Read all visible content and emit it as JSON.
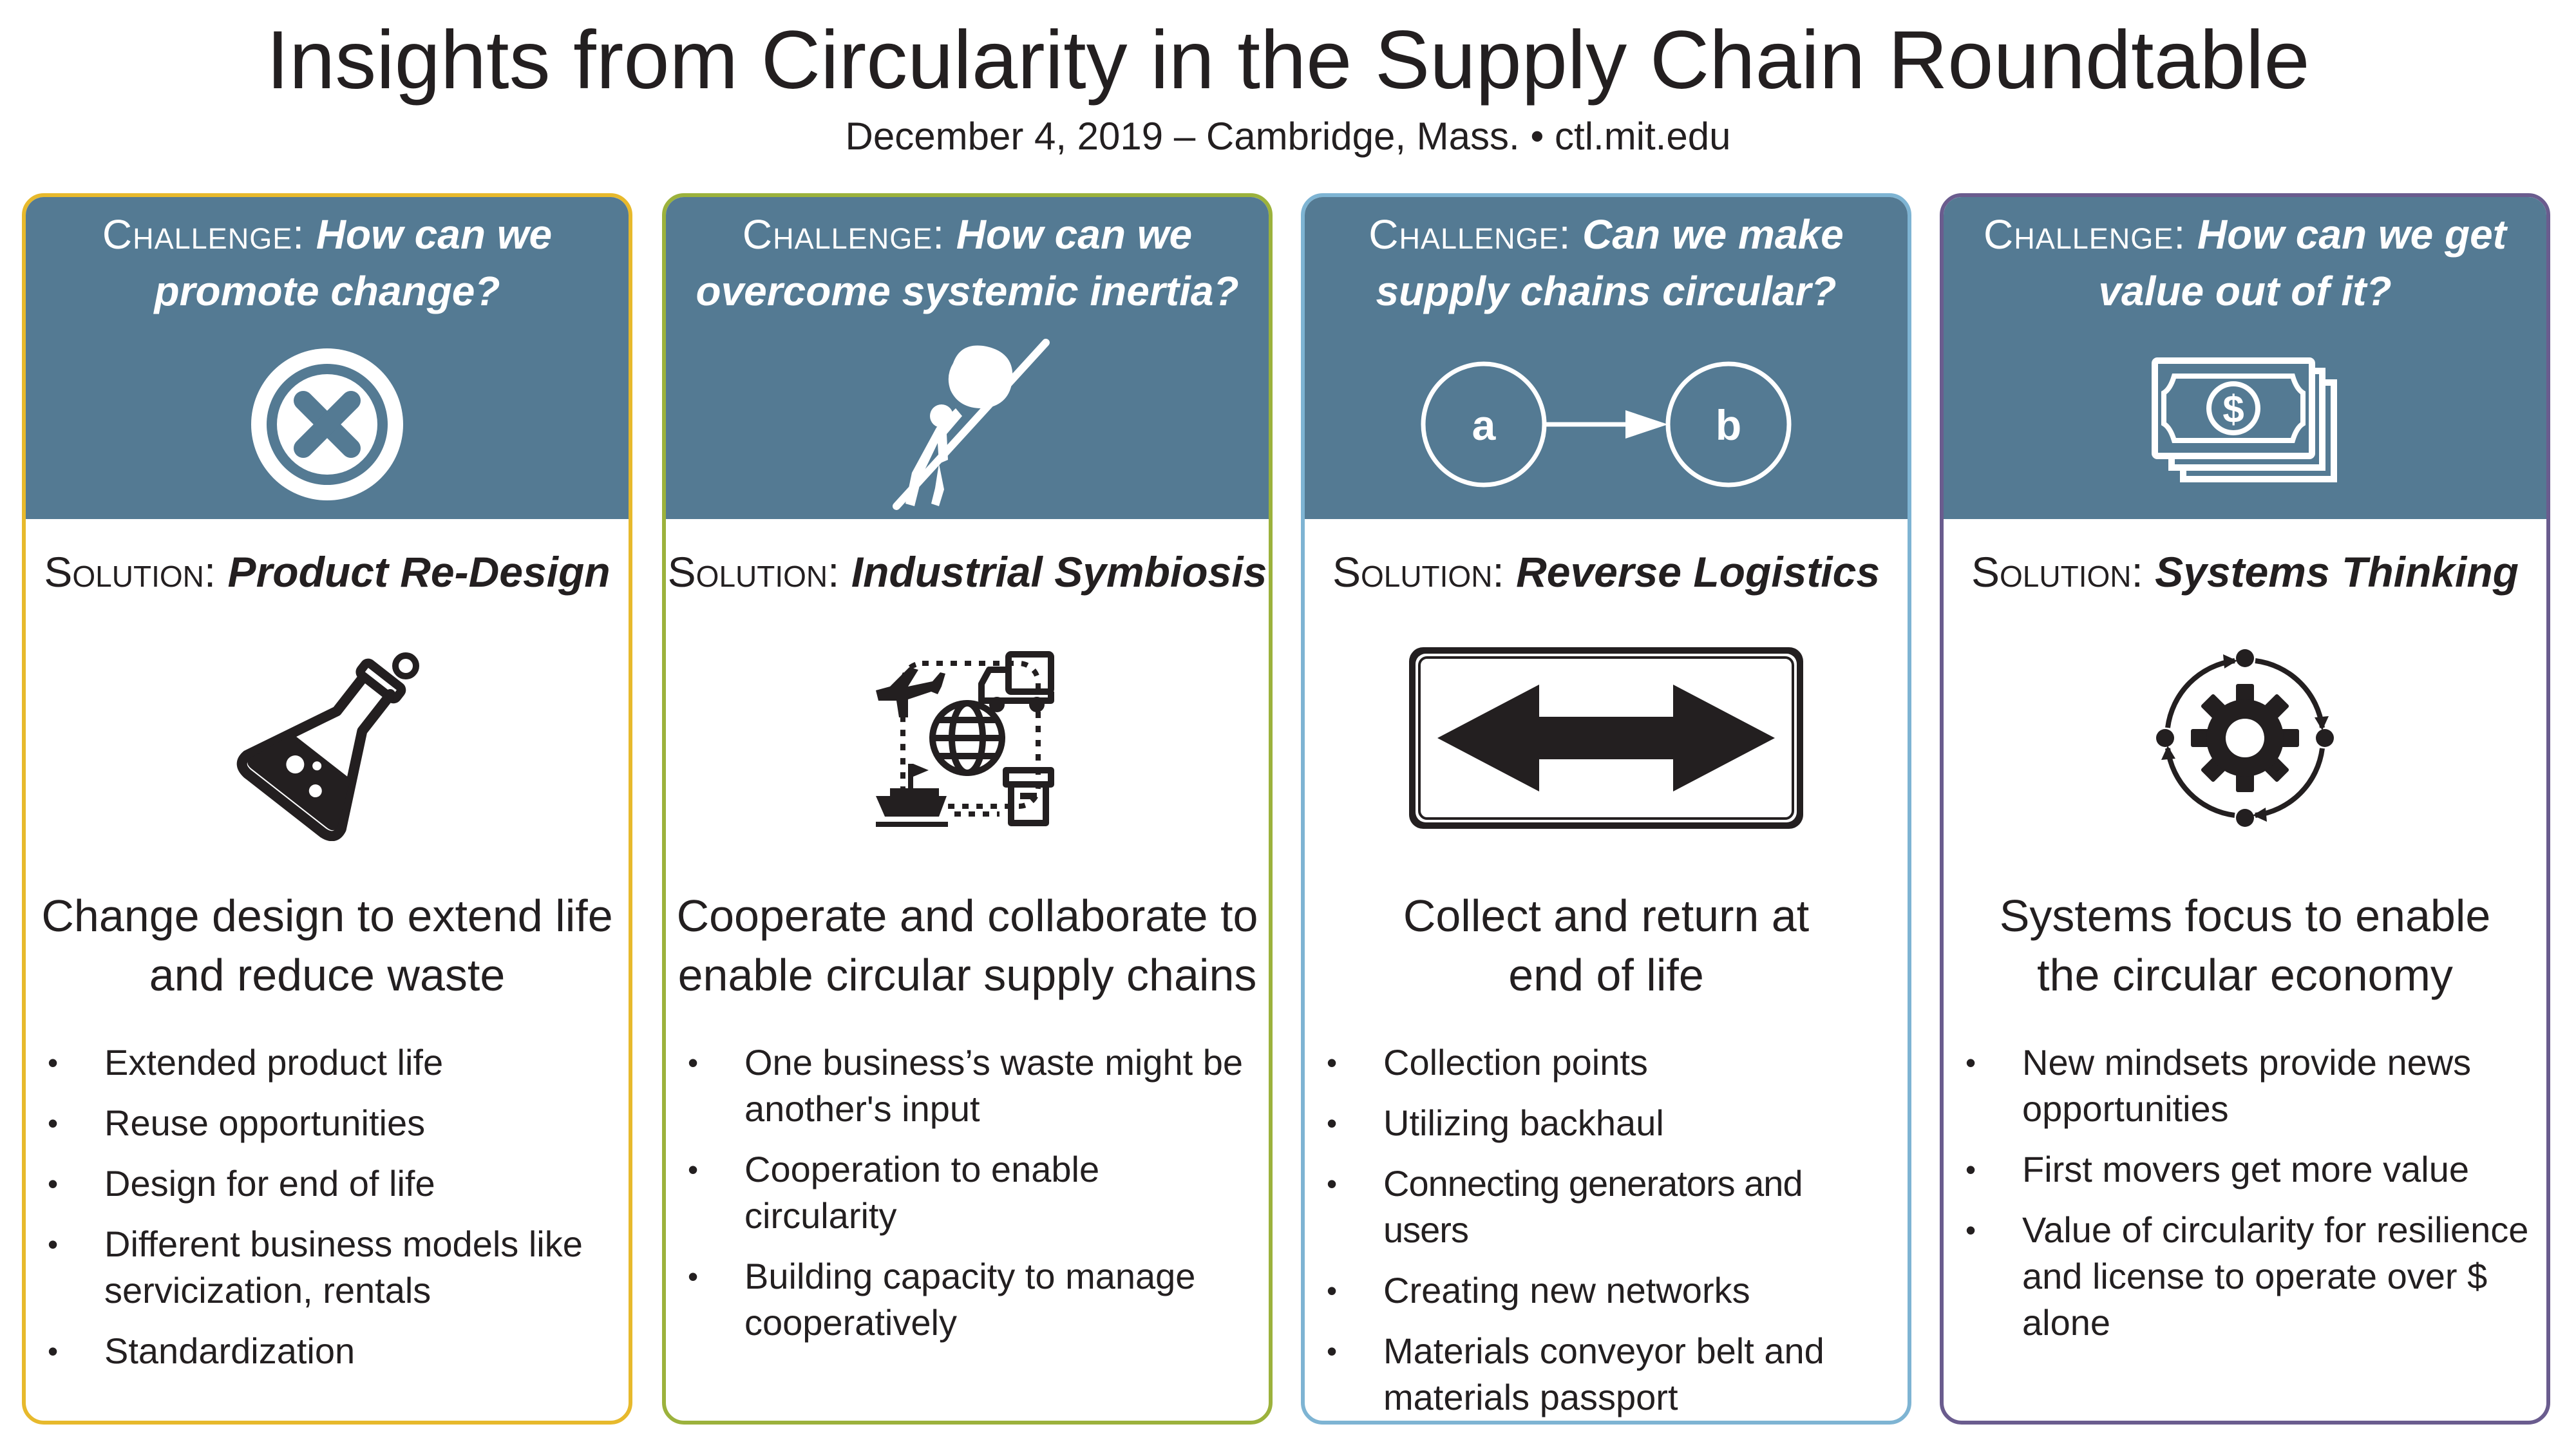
{
  "header": {
    "title": "Insights from Circularity in the Supply Chain Roundtable",
    "subtitle": "December 4, 2019 – Cambridge, Mass. • ctl.mit.edu"
  },
  "colors": {
    "header_fill": "#547a93",
    "card1_border": "#e7b92c",
    "card2_border": "#9cb23c",
    "card3_border": "#7eb4d3",
    "card4_border": "#6a5c8e"
  },
  "cards": [
    {
      "challenge_label": "Challenge:",
      "challenge_line1": "How can we",
      "challenge_line2": "promote change?",
      "challenge_icon": "close-circle-icon",
      "solution_label": "Solution:",
      "solution": "Product Re-Design",
      "solution_icon": "flask-icon",
      "summary_line1": "Change design to extend life",
      "summary_line2": "and reduce waste",
      "bullets": [
        "Extended product life",
        "Reuse opportunities",
        "Design for end of life",
        "Different business models like servicization, rentals",
        "Standardization"
      ]
    },
    {
      "challenge_label": "Challenge:",
      "challenge_line1": "How can we",
      "challenge_line2": "overcome systemic inertia?",
      "challenge_icon": "boulder-push-icon",
      "solution_label": "Solution:",
      "solution": "Industrial Symbiosis",
      "solution_icon": "global-logistics-icon",
      "summary_line1": "Cooperate and collaborate to",
      "summary_line2": "enable circular supply chains",
      "bullets": [
        "One business’s waste might be another's input",
        "Cooperation to enable circularity",
        "Building capacity to manage cooperatively"
      ]
    },
    {
      "challenge_label": "Challenge:",
      "challenge_line1": "Can we make",
      "challenge_line2": "supply chains circular?",
      "challenge_icon": "a-to-b-icon",
      "node_a": "a",
      "node_b": "b",
      "solution_label": "Solution:",
      "solution": "Reverse Logistics",
      "solution_icon": "double-arrow-sign-icon",
      "summary_line1": "Collect and return at",
      "summary_line2": "end of life",
      "bullets": [
        "Collection points",
        "Utilizing backhaul",
        "Connecting generators and users",
        "Creating new networks",
        "Materials conveyor belt and materials passport"
      ]
    },
    {
      "challenge_label": "Challenge:",
      "challenge_line1": "How can we get",
      "challenge_line2": "value out of it?",
      "challenge_icon": "money-stack-icon",
      "solution_label": "Solution:",
      "solution": "Systems Thinking",
      "solution_icon": "gear-cycle-icon",
      "summary_line1": "Systems focus to enable",
      "summary_line2": "the circular economy",
      "bullets": [
        "New mindsets provide news opportunities",
        "First movers get more value",
        "Value of circularity for resilience and license to operate over $ alone"
      ]
    }
  ]
}
